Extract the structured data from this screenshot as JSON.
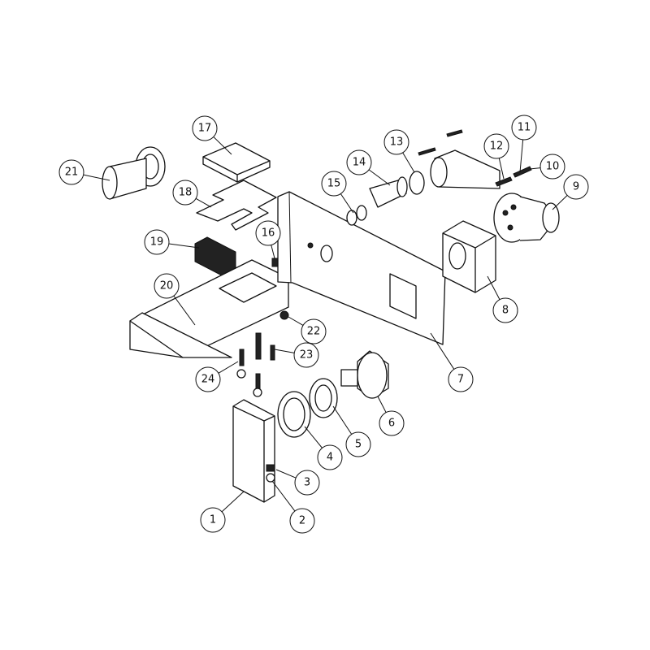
{
  "diagram": {
    "type": "exploded-parts-view",
    "callouts": [
      "1",
      "2",
      "3",
      "4",
      "5",
      "6",
      "7",
      "8",
      "9",
      "10",
      "11",
      "12",
      "13",
      "14",
      "15",
      "16",
      "17",
      "18",
      "19",
      "20",
      "21",
      "22",
      "23",
      "24"
    ]
  }
}
